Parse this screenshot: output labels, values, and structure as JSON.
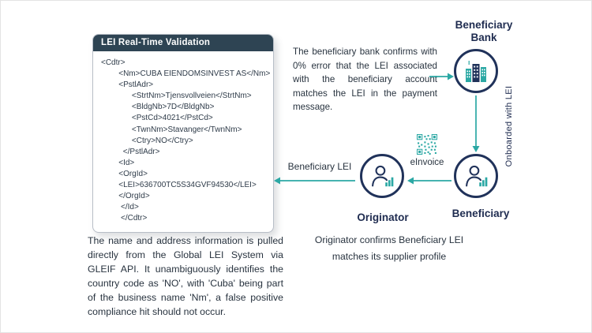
{
  "panel": {
    "title": "LEI Real-Time Validation",
    "code_lines": [
      "<Cdtr>",
      "        <Nm>CUBA EIENDOMSINVEST AS</Nm>",
      "        <PstlAdr>",
      "              <StrtNm>Tjensvollveien</StrtNm>",
      "              <BldgNb>7D</BldgNb>",
      "              <PstCd>4021</PstCd>",
      "              <TwnNm>Stavanger</TwnNm>",
      "              <Ctry>NO</Ctry>",
      "          </PstlAdr>",
      "        <Id>",
      "        <OrgId>",
      "        <LEI>636700TC5S34GVF94530</LEI>",
      "        </OrgId>",
      "         </Id>",
      "         </Cdtr>"
    ]
  },
  "captions": {
    "left": "The name and address information is pulled directly from the Global LEI System via GLEIF API. It unambiguously identifies the country code as 'NO', with 'Cuba' being part of the business name 'Nm', a false positive compliance hit should not occur.",
    "bank": "The beneficiary bank confirms with 0% error that the LEI associated with the beneficiary account matches the LEI in the payment message.",
    "originator": "Originator confirms Beneficiary LEI matches its supplier profile"
  },
  "nodes": {
    "beneficiary_bank": "Beneficiary Bank",
    "beneficiary": "Beneficiary",
    "originator": "Originator"
  },
  "labels": {
    "onboarded_with_lei": "Onboarded with LEI",
    "beneficiary_lei": "Beneficiary LEI",
    "einvoice": "eInvoice"
  },
  "icons": {
    "beneficiary_bank": "city-buildings-icon",
    "beneficiary": "person-chart-icon",
    "originator": "person-chart-icon",
    "einvoice": "qr-code-icon"
  },
  "colors": {
    "teal": "#2BA8A4",
    "navy": "#20325A",
    "panel_header_bg": "#2E4453",
    "body_text": "#28333F"
  }
}
